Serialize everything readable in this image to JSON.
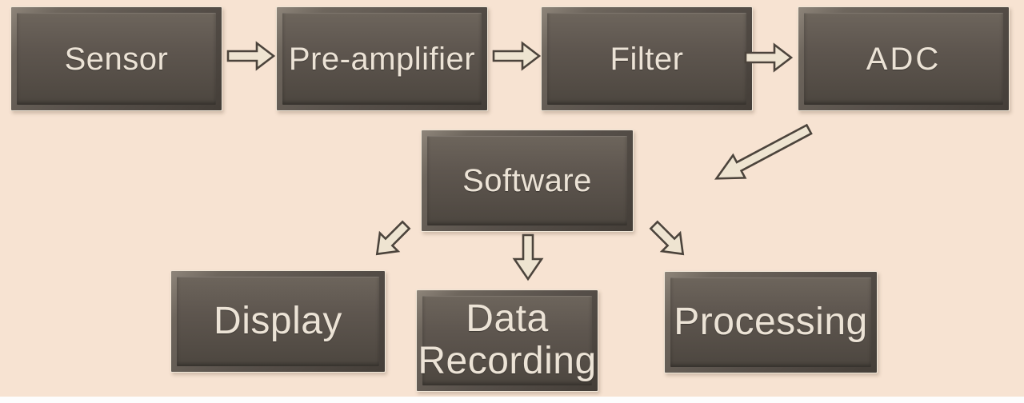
{
  "diagram": {
    "type": "block-diagram",
    "description_visible": false
  },
  "colors": {
    "bg": "#f7e3d2",
    "box_face": "#5a524b",
    "box_outline": "#f0e6d7",
    "label": "#ece3d6",
    "arrow_fill": "#eee4d1",
    "arrow_stroke": "#4c443c",
    "strip": "#fdfdfd"
  },
  "nodes": {
    "sensor": {
      "label": "Sensor"
    },
    "preamplifier": {
      "label": "Pre-amplifier"
    },
    "filter": {
      "label": "Filter"
    },
    "adc": {
      "label": "ADC"
    },
    "software": {
      "label": "Software"
    },
    "display": {
      "label": "Display"
    },
    "data_recording": {
      "label": "Data Recording"
    },
    "processing": {
      "label": "Processing"
    }
  },
  "edges": [
    {
      "from": "sensor",
      "to": "preamplifier",
      "style": "block-arrow-right"
    },
    {
      "from": "preamplifier",
      "to": "filter",
      "style": "block-arrow-right"
    },
    {
      "from": "filter",
      "to": "adc",
      "style": "block-arrow-right"
    },
    {
      "from": "adc",
      "to": "software",
      "style": "block-arrow-diagonal-down-left"
    },
    {
      "from": "software",
      "to": "display",
      "style": "block-arrow-down-left"
    },
    {
      "from": "software",
      "to": "data_recording",
      "style": "block-arrow-down"
    },
    {
      "from": "software",
      "to": "processing",
      "style": "block-arrow-down-right"
    }
  ]
}
